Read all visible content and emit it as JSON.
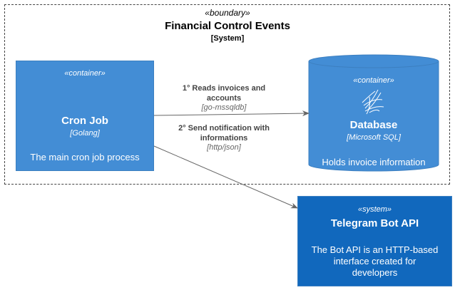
{
  "boundary": {
    "stereotype": "«boundary»",
    "title": "Financial Control Events",
    "type": "[System]"
  },
  "cron_job": {
    "stereotype": "«container»",
    "title": "Cron Job",
    "technology": "[Golang]",
    "description": "The main cron job process",
    "icon": "gopher-icon",
    "fill": "#438dd5"
  },
  "database": {
    "stereotype": "«container»",
    "title": "Database",
    "technology": "[Microsoft SQL]",
    "description": "Holds invoice information",
    "icon": "sql-server-icon",
    "fill": "#438dd5"
  },
  "telegram": {
    "stereotype": "«system»",
    "title": "Telegram Bot API",
    "description_lines": [
      "The Bot API is an HTTP-based",
      "interface created for",
      "developers"
    ],
    "fill": "#1168bd"
  },
  "edges": [
    {
      "label_lines": [
        "1° Reads invoices and",
        "accounts"
      ],
      "technology": "[go-mssqldb]"
    },
    {
      "label_lines": [
        "2° Send notification with",
        "informations"
      ],
      "technology": "[http/json]"
    }
  ]
}
